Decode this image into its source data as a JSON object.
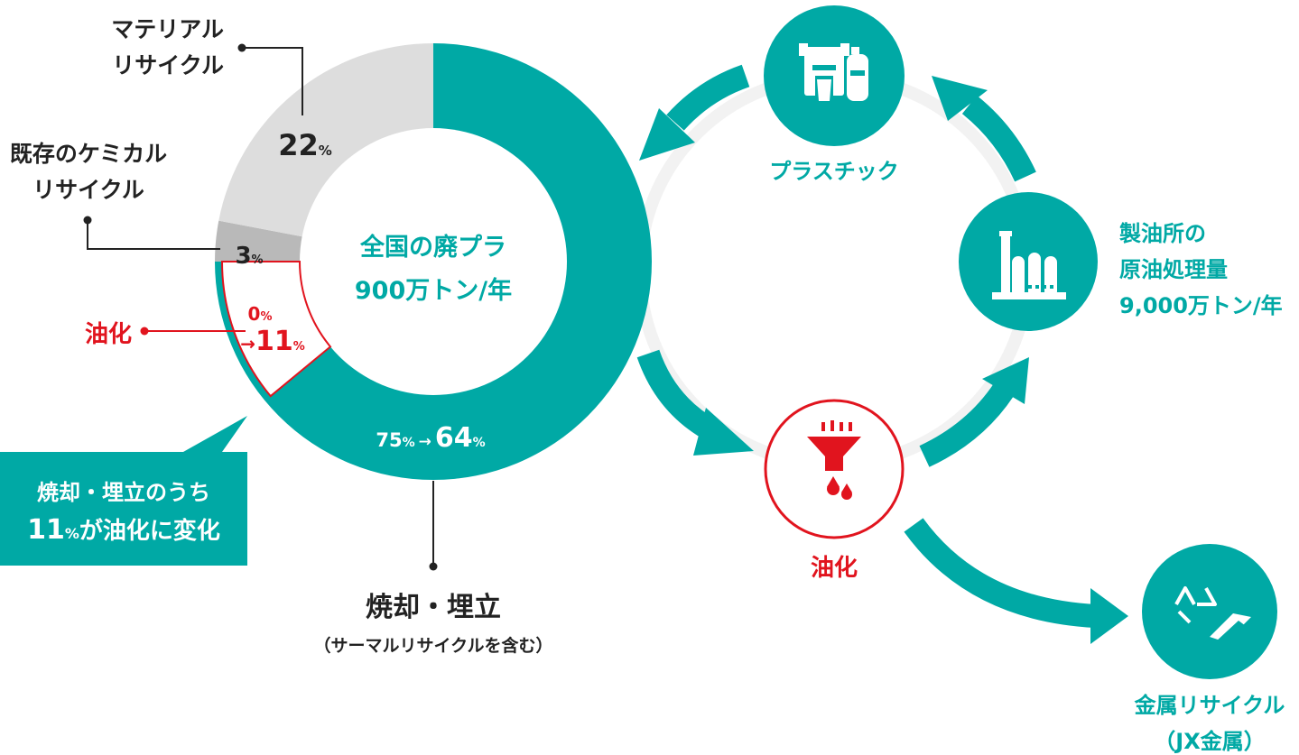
{
  "colors": {
    "teal": "#00a9a5",
    "light_gray": "#dddddd",
    "mid_gray": "#b9b9b9",
    "red": "#e1141e",
    "text_dark": "#222222",
    "ring_gray": "#f2f2f2"
  },
  "donut": {
    "center_line1": "全国の廃プラ",
    "center_line2": "900万トン/年",
    "segments": [
      {
        "key": "incineration",
        "percent": 75,
        "color": "teal"
      },
      {
        "key": "chemical",
        "percent": 3,
        "color": "mid_gray"
      },
      {
        "key": "material",
        "percent": 22,
        "color": "light_gray"
      }
    ],
    "oil_share_new": 11,
    "material_pct": {
      "num": "22",
      "unit": "%"
    },
    "chemical_pct": {
      "num": "3",
      "unit": "%"
    },
    "oil_pct": {
      "from_num": "0",
      "unit": "%",
      "arrow": "→",
      "to_num": "11"
    },
    "incin_pct": {
      "from_num": "75",
      "arrow": "→",
      "to_num": "64",
      "unit": "%"
    }
  },
  "callouts": {
    "material_line1": "マテリアル",
    "material_line2": "リサイクル",
    "chemical_line1": "既存のケミカル",
    "chemical_line2": "リサイクル",
    "oil": "油化",
    "incineration_title": "焼却・埋立",
    "incineration_sub": "（サーマルリサイクルを含む）"
  },
  "note_box": {
    "line1": "焼却・埋立のうち",
    "line2_num": "11",
    "line2_unit": "%",
    "line2_rest": "が油化に変化"
  },
  "cycle": {
    "plastic_label": "プラスチック",
    "refinery_line1": "製油所の",
    "refinery_line2": "原油処理量",
    "refinery_line3": "9,000万トン/年",
    "oil_label": "油化",
    "metal_line1": "金属リサイクル",
    "metal_line2": "（JX金属）"
  },
  "icons": {
    "plastic": "plastic-bottles-icon",
    "refinery": "refinery-icon",
    "oil": "oil-funnel-icon",
    "metal": "recycle-metal-icon"
  }
}
